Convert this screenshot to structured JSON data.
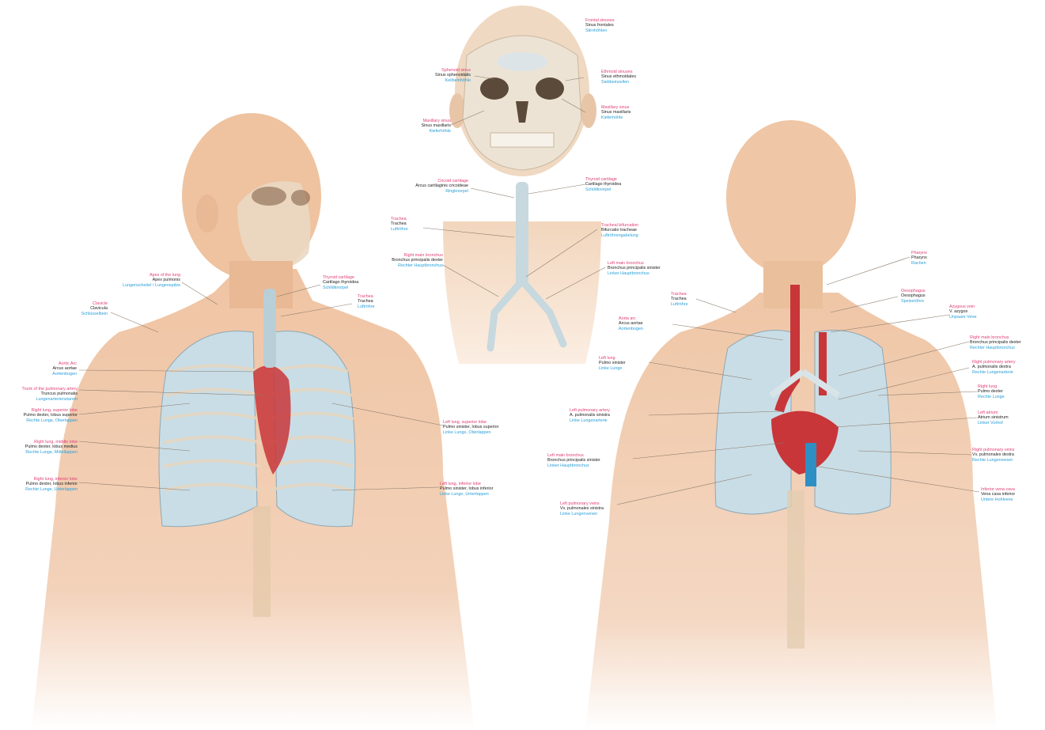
{
  "colors": {
    "english": "#e0407a",
    "latin": "#222222",
    "german": "#2a9fd8",
    "skin": "#f1c8a8",
    "lung": "#c9dde6",
    "heart": "#c8363a",
    "vein": "#2e8fc4"
  },
  "labels": {
    "frontal_sinus": {
      "en": "Frontal sinuses",
      "la": "Sinus frontales",
      "de": "Stirnhöhlen"
    },
    "sphenoid_sinus": {
      "en": "Sphenoid sinus",
      "la": "Sinus sphenoidalis",
      "de": "Keilbeinhöhle"
    },
    "ethmoid_sinus": {
      "en": "Ethmoid sinuses",
      "la": "Sinus ethmoidales",
      "de": "Siebbeinzellen"
    },
    "maxillary_left": {
      "en": "Maxillary sinus",
      "la": "Sinus maxillaris",
      "de": "Kieferhöhle"
    },
    "maxillary_right": {
      "en": "Maxillary sinus",
      "la": "Sinus maxillaris",
      "de": "Kieferhöhle"
    },
    "cricoid": {
      "en": "Cricoid cartilage",
      "la": "Arcus cartilaginis cricoideae",
      "de": "Ringknorpel"
    },
    "thyroid_top": {
      "en": "Thyroid cartilage",
      "la": "Cartilago thyroidea",
      "de": "Schildknorpel"
    },
    "trachea_top": {
      "en": "Trachea",
      "la": "Trachea",
      "de": "Luftröhre"
    },
    "bifurcation": {
      "en": "Tracheal bifurcation",
      "la": "Bifurcatio tracheae",
      "de": "Luftröhrengabelung"
    },
    "right_main_bronchus_top": {
      "en": "Right main bronchus",
      "la": "Bronchus principalis dexter",
      "de": "Rechter Hauptbronchus"
    },
    "left_main_bronchus_top": {
      "en": "Left main bronchus",
      "la": "Bronchus principalis sinister",
      "de": "Linker Hauptbronchus"
    },
    "apex": {
      "en": "Apex of the lung",
      "la": "Apex pulmonis",
      "de": "Lungenscheitel / Lungenspitze"
    },
    "clavicle": {
      "en": "Clavicle",
      "la": "Clavicula",
      "de": "Schlüsselbein"
    },
    "thyroid_front": {
      "en": "Thyroid cartilage",
      "la": "Cartilago thyroidea",
      "de": "Schildknorpel"
    },
    "trachea_front": {
      "en": "Trachea",
      "la": "Trachea",
      "de": "Luftröhre"
    },
    "aortic_arch_front": {
      "en": "Aortic Arc",
      "la": "Arcus aortae",
      "de": "Aortenbogen"
    },
    "pulm_trunk": {
      "en": "Trunk of the pulmonary artery",
      "la": "Truncus pulmonalis",
      "de": "Lungenarterienstamm"
    },
    "r_sup_lobe": {
      "en": "Right lung, superior lobe",
      "la": "Pulmo dexter, lobus superior",
      "de": "Rechte Lunge, Oberlappen"
    },
    "r_mid_lobe": {
      "en": "Right lung, middle lobe",
      "la": "Pulmo dexter, lobus medius",
      "de": "Rechte Lunge, Mittellappen"
    },
    "r_inf_lobe": {
      "en": "Right lung, inferior lobe",
      "la": "Pulmo dexter, lobus inferior",
      "de": "Rechte Lunge, Unterlappen"
    },
    "l_sup_lobe": {
      "en": "Left lung, superior lobe",
      "la": "Pulmo sinister, lobus superior",
      "de": "Linke Lunge, Oberlappen"
    },
    "l_inf_lobe": {
      "en": "Left lung, inferior lobe",
      "la": "Pulmo sinister, lobus inferior",
      "de": "Linke Lunge, Unterlappen"
    },
    "trachea_back": {
      "en": "Trachea",
      "la": "Trachea",
      "de": "Luftröhre"
    },
    "aortic_arch_back": {
      "en": "Aorta arc",
      "la": "Arcus aortae",
      "de": "Aortenbogen"
    },
    "left_lung_back": {
      "en": "Left lung",
      "la": "Pulmo sinister",
      "de": "Linke Lunge"
    },
    "l_pulm_artery": {
      "en": "Left pulmonary artery",
      "la": "A. pulmonalis sinistra",
      "de": "Linke Lungenarterie"
    },
    "l_main_bronchus_back": {
      "en": "Left main bronchus",
      "la": "Bronchus principalis sinister",
      "de": "Linker Hauptbronchus"
    },
    "l_pulm_veins": {
      "en": "Left pulmonary veins",
      "la": "Vv. pulmonales sinistra",
      "de": "Linke Lungenvenen"
    },
    "pharynx": {
      "en": "Pharynx",
      "la": "Pharynx",
      "de": "Rachen"
    },
    "oesophagus": {
      "en": "Oesophagus",
      "la": "Oesophagus",
      "de": "Speiseröhre"
    },
    "azygos": {
      "en": "Azygous vein",
      "la": "V. azygos",
      "de": "Unpaare Vene"
    },
    "r_main_bronchus_back": {
      "en": "Right main bronchus",
      "la": "Bronchus principalis dexter",
      "de": "Rechter Hauptbronchus"
    },
    "r_pulm_artery": {
      "en": "Right pulmonary artery",
      "la": "A. pulmonalis dextra",
      "de": "Rechte Lungenarterie"
    },
    "right_lung_back": {
      "en": "Right lung",
      "la": "Pulmo dexter",
      "de": "Rechte Lunge"
    },
    "left_atrium": {
      "en": "Left atrium",
      "la": "Atrium sinistrum",
      "de": "Linker Vorhof"
    },
    "r_pulm_veins": {
      "en": "Right pulmonary veins",
      "la": "Vv. pulmonales dextra",
      "de": "Rechte Lungenvenen"
    },
    "ivc": {
      "en": "Inferior vena cava",
      "la": "Vena cava inferior",
      "de": "Untere Hohlvene"
    }
  }
}
